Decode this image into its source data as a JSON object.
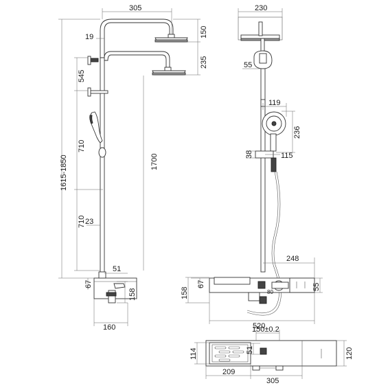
{
  "dimensions": {
    "front": {
      "arm_width": "305",
      "head_offset": "19",
      "top_head_height": "150",
      "upper_section": "545",
      "second_head_height": "235",
      "total_height_range": "1615-1850",
      "middle_section": "710",
      "rail_height": "1700",
      "lower_section": "710",
      "wall_offset": "23",
      "mixer_offset": "51",
      "mixer_base": "67",
      "mixer_height": "158",
      "mixer_depth": "160"
    },
    "side": {
      "head_diameter": "230",
      "arm_offset": "55",
      "handshower_width": "119",
      "handshower_height": "236",
      "holder_height": "38",
      "hose_offset": "115",
      "spout_length": "248",
      "shelf_base": "67",
      "shelf_height": "158",
      "wall_height": "55",
      "total_width": "520",
      "valve_label": "80"
    },
    "top": {
      "inlet_spacing": "150±0.2",
      "depth_left": "114",
      "inlet_offset": "51",
      "depth_right": "120",
      "shelf_width": "209",
      "total_width": "305"
    }
  }
}
